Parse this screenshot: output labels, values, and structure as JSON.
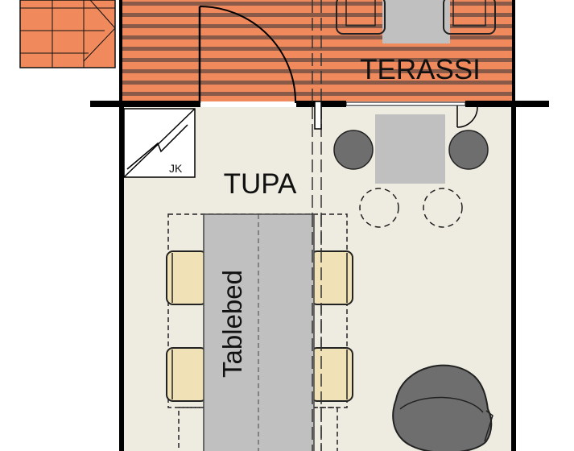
{
  "rooms": {
    "terrace": "TERASSI",
    "living": "TUPA"
  },
  "fixtures": {
    "fireplace_code": "JK",
    "tablebed": "Tablebed"
  },
  "colors": {
    "deck": "#f08a5d",
    "deck_stripe": "#8a5a48",
    "floor": "#eeece0",
    "furniture_gray": "#c0c0c0",
    "chair_dark": "#6e6e6e",
    "seat_cream": "#f0e2b6",
    "wall": "#000000"
  }
}
